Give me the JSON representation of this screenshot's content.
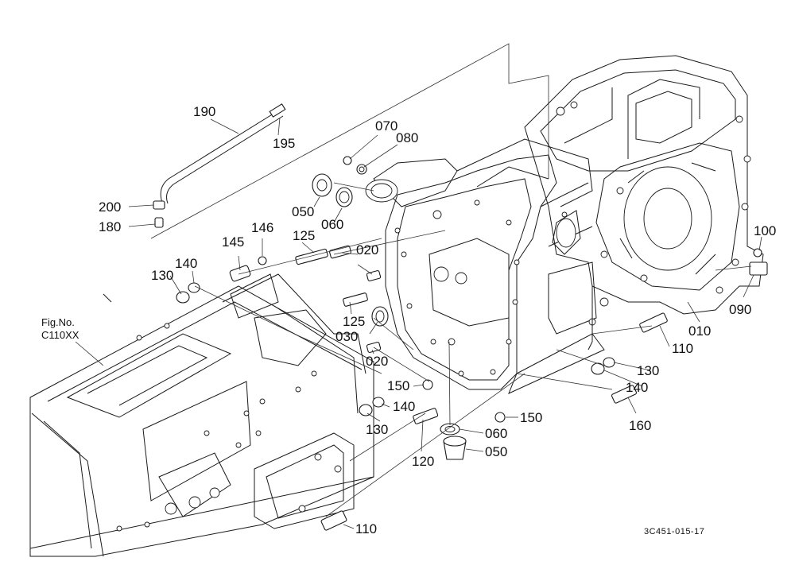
{
  "figure": {
    "label": "Fig.No.",
    "number": "C110XX"
  },
  "drawing_code": "3C451-015-17",
  "callouts": [
    {
      "text": "190"
    },
    {
      "text": "195"
    },
    {
      "text": "200"
    },
    {
      "text": "180"
    },
    {
      "text": "070"
    },
    {
      "text": "080"
    },
    {
      "text": "050"
    },
    {
      "text": "060"
    },
    {
      "text": "145"
    },
    {
      "text": "146"
    },
    {
      "text": "125"
    },
    {
      "text": "020"
    },
    {
      "text": "130"
    },
    {
      "text": "140"
    },
    {
      "text": "125"
    },
    {
      "text": "030"
    },
    {
      "text": "020"
    },
    {
      "text": "100"
    },
    {
      "text": "090"
    },
    {
      "text": "010"
    },
    {
      "text": "110"
    },
    {
      "text": "130"
    },
    {
      "text": "140"
    },
    {
      "text": "150"
    },
    {
      "text": "160"
    },
    {
      "text": "150"
    },
    {
      "text": "060"
    },
    {
      "text": "050"
    },
    {
      "text": "130"
    },
    {
      "text": "140"
    },
    {
      "text": "120"
    },
    {
      "text": "110"
    }
  ]
}
